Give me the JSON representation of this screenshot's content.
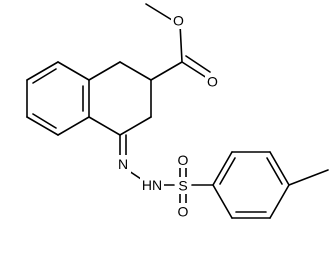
{
  "molecule": {
    "atoms": {
      "o_methoxy": "O",
      "o_carbonyl": "O",
      "n_imine": "N",
      "nh_hydrazide": "HN",
      "s_sulfonyl": "S",
      "o_sulfonyl_top": "O",
      "o_sulfonyl_bottom": "O"
    },
    "bond_color": "#000000",
    "background": "#ffffff"
  }
}
